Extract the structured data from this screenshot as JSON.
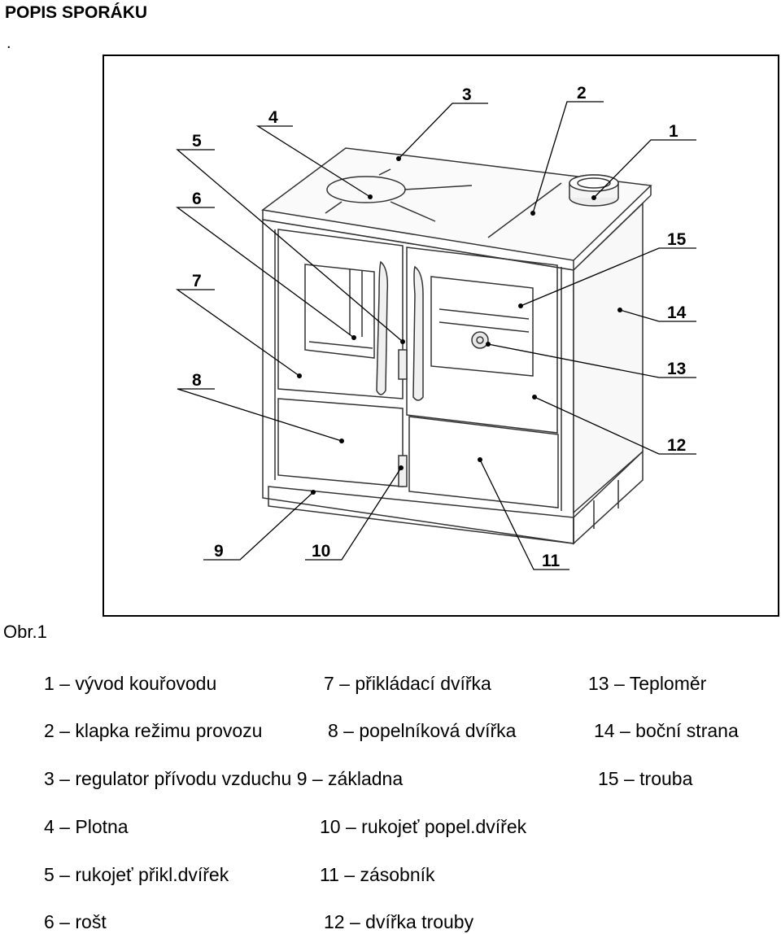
{
  "heading": "POPIS SPORÁKU",
  "heading_dot": ".",
  "figure_caption": "Obr.1",
  "callout_numbers": [
    "1",
    "2",
    "3",
    "4",
    "5",
    "6",
    "7",
    "8",
    "9",
    "10",
    "11",
    "12",
    "13",
    "14",
    "15"
  ],
  "legend": {
    "col1": [
      "1 – vývod kouřovodu",
      "2 – klapka režimu provozu",
      "3 – regulator přívodu vzduchu 9 – základna",
      "4 – Plotna",
      "5 – rukojeť přikl.dvířek",
      "6 – rošt"
    ],
    "col2": [
      "7 – přikládací dvířka",
      "8 – popelníková dvířka",
      "10 – rukojeť popel.dvířek",
      "11 – zásobník",
      "12 – dvířka trouby"
    ],
    "col3": [
      "13 – Teploměr",
      "14 – boční strana",
      "15 – trouba"
    ]
  }
}
